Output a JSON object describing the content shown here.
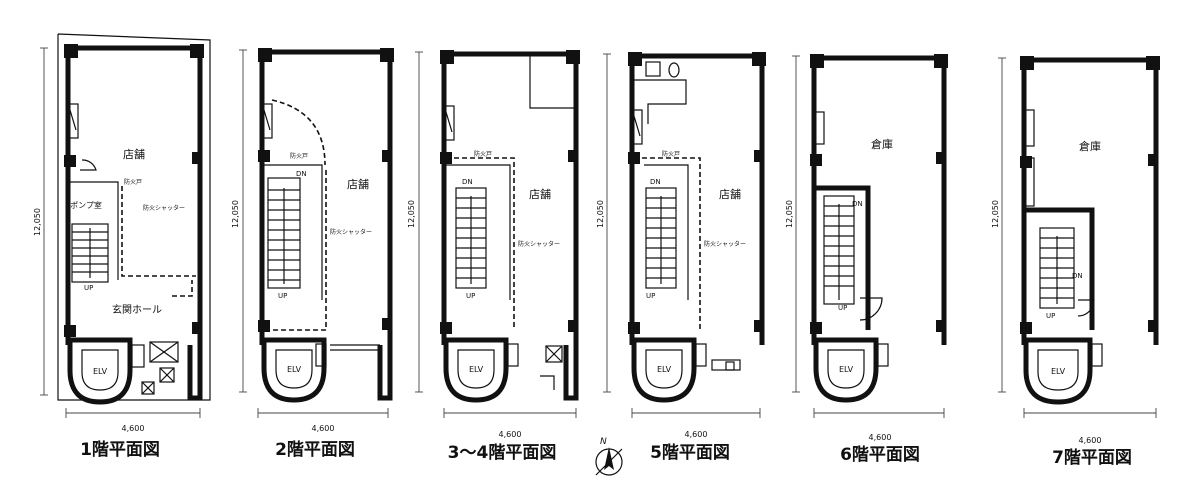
{
  "dims": {
    "width": "4,600",
    "depth": "12,050"
  },
  "floors": [
    {
      "title": "1階平面図",
      "store": "店舗",
      "pump": "ポンプ室",
      "fire_door": "防火戸",
      "shutter": "防火シャッター",
      "up": "UP",
      "hall": "玄関ホール",
      "elv": "ELV"
    },
    {
      "title": "2階平面図",
      "store": "店舗",
      "fire_door": "防火戸",
      "shutter": "防火シャッター",
      "dn": "DN",
      "up": "UP",
      "elv": "ELV"
    },
    {
      "title": "3～4階平面図",
      "store": "店舗",
      "fire_door": "防火戸",
      "shutter": "防火シャッター",
      "dn": "DN",
      "up": "UP",
      "elv": "ELV"
    },
    {
      "title": "5階平面図",
      "store": "店舗",
      "fire_door": "防火戸",
      "shutter": "防火シャッター",
      "dn": "DN",
      "up": "UP",
      "elv": "ELV"
    },
    {
      "title": "6階平面図",
      "store": "倉庫",
      "dn": "DN",
      "up": "UP",
      "elv": "ELV"
    },
    {
      "title": "7階平面図",
      "store": "倉庫",
      "dn": "DN",
      "up": "UP",
      "elv": "ELV"
    }
  ],
  "north_label": "N"
}
